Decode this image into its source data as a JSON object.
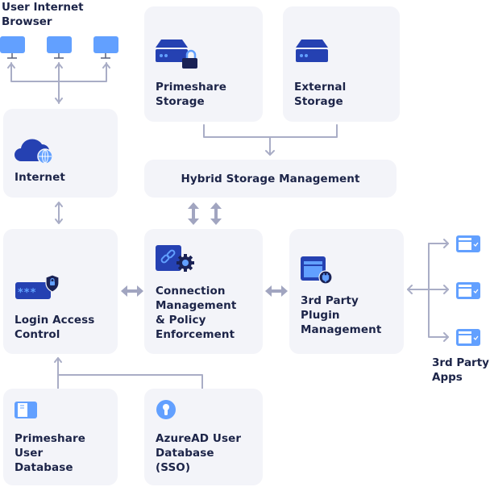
{
  "diagram": {
    "user_browser": {
      "label": "User Internet\nBrowser",
      "devices": [
        "monitor-1",
        "monitor-2",
        "monitor-3"
      ]
    },
    "nodes": {
      "primeshare_storage": {
        "label": "Primeshare\nStorage",
        "icon": "server-lock-icon"
      },
      "external_storage": {
        "label": "External\nStorage",
        "icon": "server-icon"
      },
      "internet": {
        "label": "Internet",
        "icon": "cloud-globe-icon"
      },
      "hybrid_storage": {
        "label": "Hybrid Storage Management"
      },
      "login_access": {
        "label": "Login Access\nControl",
        "icon": "password-shield-icon"
      },
      "connection_mgmt": {
        "label": "Connection\nManagement\n& Policy\nEnforcement",
        "icon": "link-gear-icon"
      },
      "plugin_mgmt": {
        "label": "3rd Party\nPlugin\nManagement",
        "icon": "window-plug-icon"
      },
      "primeshare_user_db": {
        "label": "Primeshare\nUser\nDatabase",
        "icon": "document-icon"
      },
      "azuread_db": {
        "label": "AzureAD User\nDatabase\n(SSO)",
        "icon": "keyhole-icon"
      }
    },
    "third_party_apps": {
      "label": "3rd Party\nApps",
      "apps": [
        "app-1",
        "app-2",
        "app-3"
      ]
    },
    "colors": {
      "card_bg": "#f3f4f9",
      "text": "#1c2448",
      "icon_dark_blue": "#2541b2",
      "icon_light_blue": "#62a0ff",
      "icon_navy": "#1a2255",
      "connector": "#a9adc6"
    }
  }
}
